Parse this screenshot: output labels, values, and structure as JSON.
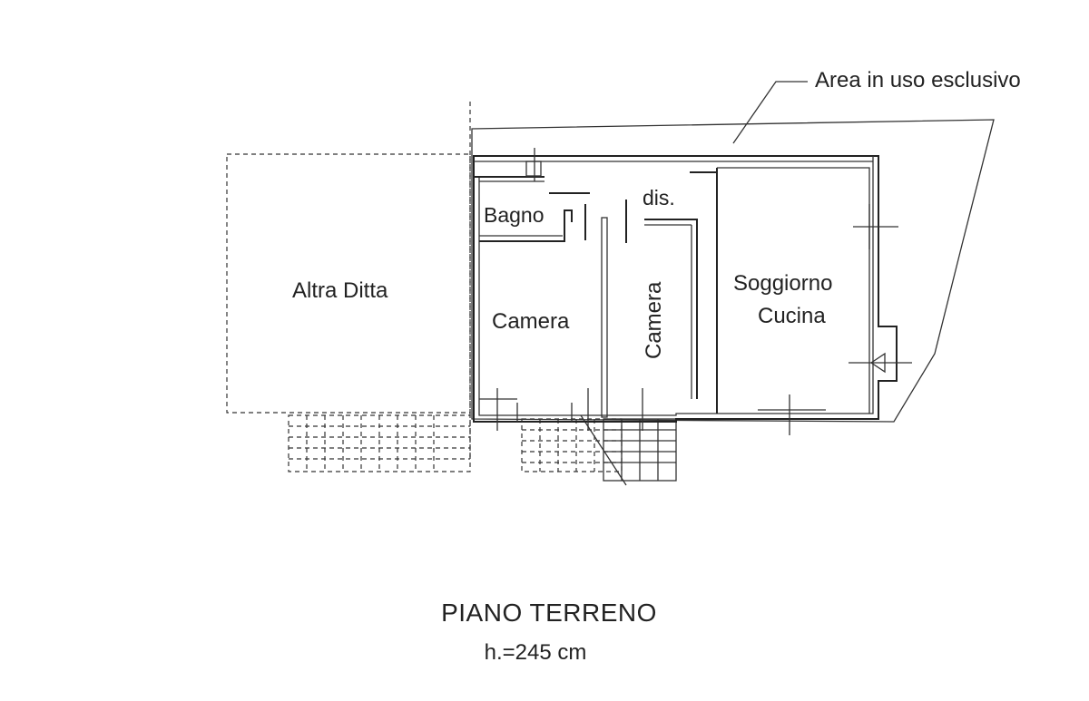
{
  "plan": {
    "title": "PIANO TERRENO",
    "height_note": "h.=245 cm",
    "labels": {
      "area_exclusive": "Area in uso esclusivo",
      "other_company": "Altra Ditta",
      "bathroom": "Bagno",
      "corridor": "dis.",
      "bedroom_1": "Camera",
      "bedroom_2": "Camera",
      "living_line1": "Soggiorno",
      "living_line2": "Cucina"
    }
  }
}
